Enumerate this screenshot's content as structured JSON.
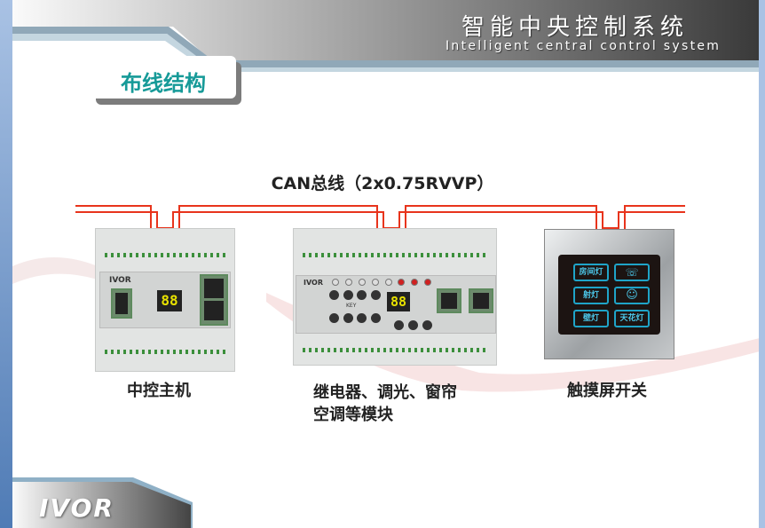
{
  "header": {
    "title": "智能中央控制系统",
    "subtitle": "Intelligent central control system"
  },
  "section_title": "布线结构",
  "bus_label": "CAN总线（2x0.75RVVP）",
  "devices": [
    {
      "label": "中控主机",
      "brand": "IVOR",
      "display": "88"
    },
    {
      "label_line1": "继电器、调光、窗帘",
      "label_line2": "空调等模块",
      "brand": "IVOR",
      "display": "88",
      "key_label": "KEY"
    },
    {
      "label": "触摸屏开关",
      "buttons": [
        "房间灯",
        "射灯",
        "壁灯",
        "天花灯"
      ]
    }
  ],
  "footer": {
    "logo": "IVOR"
  },
  "colors": {
    "bus": "#e8341c",
    "section": "#169a98",
    "touch": "#1fa4c8"
  }
}
